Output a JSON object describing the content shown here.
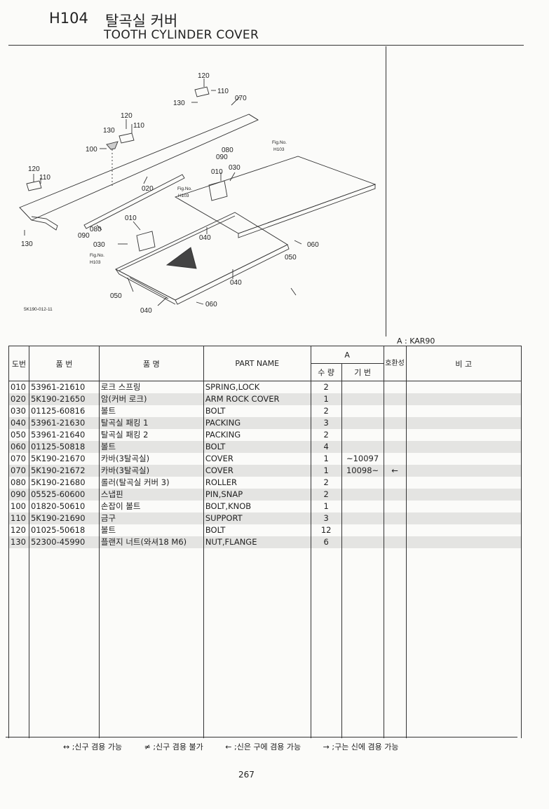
{
  "header": {
    "page_code": "H104",
    "title_ko": "탈곡실 커버",
    "title_en": "TOOTH CYLINDER COVER"
  },
  "diagram": {
    "drawing_code": "5K190-012-11",
    "callouts": [
      "120",
      "110",
      "070",
      "130",
      "120",
      "130",
      "110",
      "100",
      "080",
      "090",
      "120",
      "110",
      "020",
      "010",
      "030",
      "010",
      "080",
      "090",
      "030",
      "040",
      "060",
      "050",
      "040",
      "050",
      "040",
      "060",
      "130"
    ],
    "fig_refs": [
      {
        "line1": "Fig.No.",
        "line2": "H103"
      },
      {
        "line1": "Fig.No.",
        "line2": "H103"
      },
      {
        "line1": "Fig.No.",
        "line2": "H103"
      }
    ]
  },
  "model_note": "A : KAR90",
  "table": {
    "headers": {
      "ref_no": "도번",
      "part_no": "품 번",
      "name_ko": "품 명",
      "part_name": "PART NAME",
      "group_a": "A",
      "qty": "수 량",
      "serial": "기 번",
      "interchange": "호환성",
      "remarks": "비 고"
    },
    "rows": [
      {
        "ref": "010",
        "part_no": "53961-21610",
        "name_ko": "로크 스프링",
        "name_en": "SPRING,LOCK",
        "qty": "2",
        "serial": "",
        "interchange": ""
      },
      {
        "ref": "020",
        "part_no": "5K190-21650",
        "name_ko": "암(커버 로크)",
        "name_en": "ARM ROCK COVER",
        "qty": "1",
        "serial": "",
        "interchange": ""
      },
      {
        "ref": "030",
        "part_no": "01125-60816",
        "name_ko": "볼트",
        "name_en": "BOLT",
        "qty": "2",
        "serial": "",
        "interchange": ""
      },
      {
        "ref": "040",
        "part_no": "53961-21630",
        "name_ko": "탈곡실 패킹 1",
        "name_en": "PACKING",
        "qty": "3",
        "serial": "",
        "interchange": ""
      },
      {
        "ref": "050",
        "part_no": "53961-21640",
        "name_ko": "탈곡실 패킹 2",
        "name_en": "PACKING",
        "qty": "2",
        "serial": "",
        "interchange": ""
      },
      {
        "ref": "060",
        "part_no": "01125-50818",
        "name_ko": "볼트",
        "name_en": "BOLT",
        "qty": "4",
        "serial": "",
        "interchange": ""
      },
      {
        "ref": "070",
        "part_no": "5K190-21670",
        "name_ko": "카바(3탈곡실)",
        "name_en": "COVER",
        "qty": "1",
        "serial": "~10097",
        "interchange": ""
      },
      {
        "ref": "070",
        "part_no": "5K190-21672",
        "name_ko": "카바(3탈곡실)",
        "name_en": "COVER",
        "qty": "1",
        "serial": "10098~",
        "interchange": "←"
      },
      {
        "ref": "080",
        "part_no": "5K190-21680",
        "name_ko": "롤러(탈곡실 커버 3)",
        "name_en": "ROLLER",
        "qty": "2",
        "serial": "",
        "interchange": ""
      },
      {
        "ref": "090",
        "part_no": "05525-60600",
        "name_ko": "스냅핀",
        "name_en": "PIN,SNAP",
        "qty": "2",
        "serial": "",
        "interchange": ""
      },
      {
        "ref": "100",
        "part_no": "01820-50610",
        "name_ko": "손잡이 볼트",
        "name_en": "BOLT,KNOB",
        "qty": "1",
        "serial": "",
        "interchange": ""
      },
      {
        "ref": "110",
        "part_no": "5K190-21690",
        "name_ko": "금구",
        "name_en": "SUPPORT",
        "qty": "3",
        "serial": "",
        "interchange": ""
      },
      {
        "ref": "120",
        "part_no": "01025-50618",
        "name_ko": "볼트",
        "name_en": "BOLT",
        "qty": "12",
        "serial": "",
        "interchange": ""
      },
      {
        "ref": "130",
        "part_no": "52300-45990",
        "name_ko": "플랜지 너트(와셔18 M6)",
        "name_en": "NUT,FLANGE",
        "qty": "6",
        "serial": "",
        "interchange": ""
      }
    ]
  },
  "legend": [
    "↔ ;신구 겸용 가능",
    "≠ ;신구 겸용 불가",
    "← ;신은 구에 겸용 가능",
    "→ ;구는 신에 겸용 가능"
  ],
  "page_number": "267"
}
